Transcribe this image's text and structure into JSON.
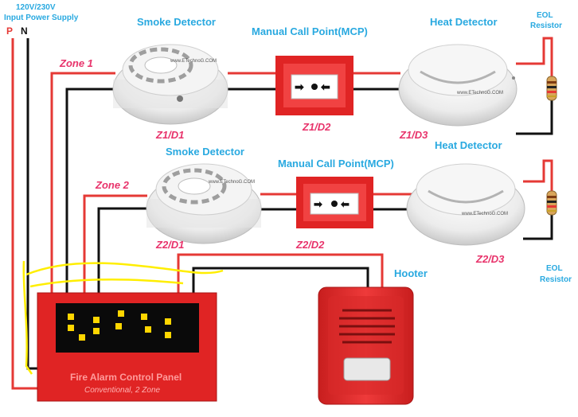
{
  "supply": {
    "label_line1": "120V/230V",
    "label_line2": "Input Power Supply",
    "phase": "P",
    "neutral": "N"
  },
  "zone1": {
    "label": "Zone 1",
    "smoke": {
      "title": "Smoke Detector",
      "id": "Z1/D1",
      "watermark": "www.ETechnoG.COM"
    },
    "mcp": {
      "title": "Manual Call Point(MCP)",
      "id": "Z1/D2"
    },
    "heat": {
      "title": "Heat Detector",
      "id": "Z1/D3",
      "watermark": "www.ETechnoG.COM"
    },
    "eol": {
      "line1": "EOL",
      "line2": "Resistor"
    }
  },
  "zone2": {
    "label": "Zone 2",
    "smoke": {
      "title": "Smoke Detector",
      "id": "Z2/D1",
      "watermark": "www.ETechnoG.COM"
    },
    "mcp": {
      "title": "Manual Call Point(MCP)",
      "id": "Z2/D2"
    },
    "heat": {
      "title": "Heat Detector",
      "id": "Z2/D3",
      "watermark": "www.ETechnoG.COM"
    },
    "eol": {
      "line1": "EOL",
      "line2": "Resistor"
    }
  },
  "hooter": {
    "label": "Hooter"
  },
  "panel": {
    "title": "Fire Alarm Control Panel",
    "subtitle": "Conventional, 2 Zone"
  },
  "colors": {
    "phase_wire": "#e53935",
    "neutral_wire": "#111111",
    "label_blue": "#29a9e0",
    "label_pink": "#e8336b",
    "device_red": "#e02424",
    "panel_led": "#ffd600",
    "annotation_yellow": "#ffee00"
  }
}
